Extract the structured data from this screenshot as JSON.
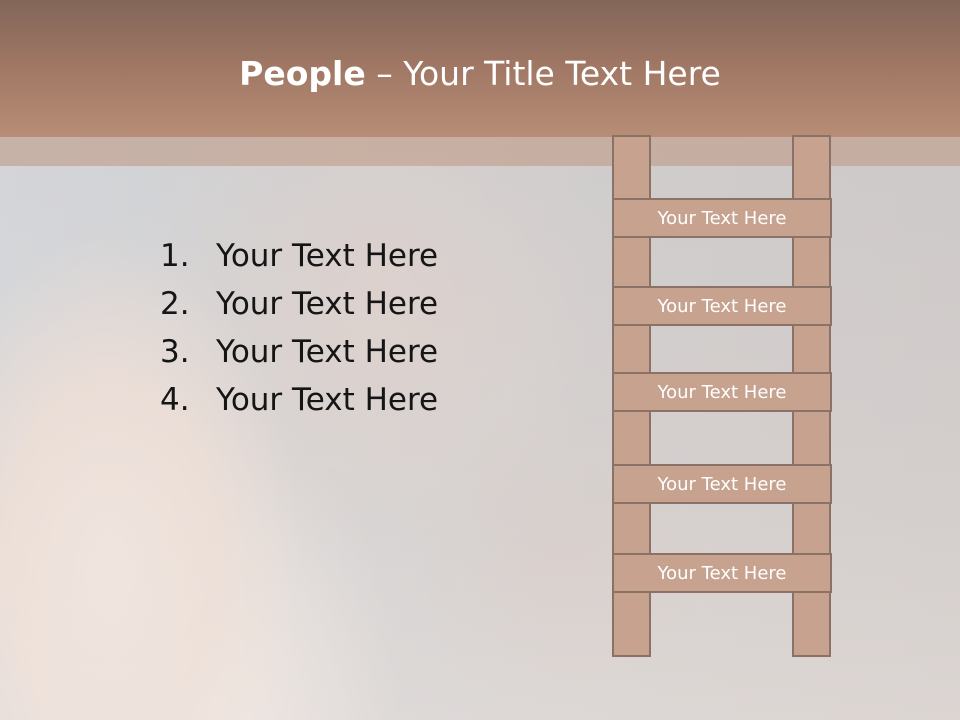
{
  "slide": {
    "title_bold": "People",
    "title_rest": " – Your Title Text Here",
    "list": [
      {
        "number": "1.",
        "text": "Your Text Here"
      },
      {
        "number": "2.",
        "text": "Your Text Here"
      },
      {
        "number": "3.",
        "text": "Your Text Here"
      },
      {
        "number": "4.",
        "text": "Your Text Here"
      }
    ],
    "ladder_rungs": [
      {
        "label": "Your Text Here"
      },
      {
        "label": "Your Text Here"
      },
      {
        "label": "Your Text Here"
      },
      {
        "label": "Your Text Here"
      },
      {
        "label": "Your Text Here"
      }
    ]
  },
  "colors": {
    "title_band": "#9e7663",
    "ladder_fill": "#c6a28f",
    "ladder_border": "#8b7267",
    "title_text": "#ffffff",
    "list_text": "#151515"
  }
}
